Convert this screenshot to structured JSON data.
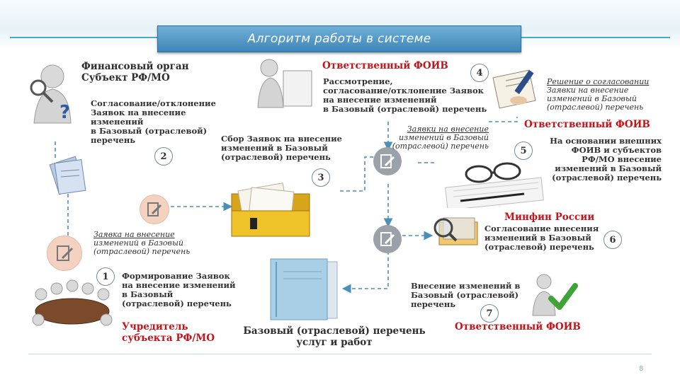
{
  "title": "Алгоритм работы в системе",
  "page_number": "8",
  "steps": {
    "s1": {
      "number": "1",
      "text": [
        "Формирование Заявок",
        "на внесение изменений",
        "в Базовый",
        "(отраслевой) перечень"
      ]
    },
    "s2": {
      "number": "2",
      "text": [
        "Согласование/отклонение",
        "Заявок на внесение",
        "изменений",
        "в Базовый (отраслевой)",
        "перечень"
      ]
    },
    "s3": {
      "number": "3",
      "text": [
        "Сбор Заявок на внесение",
        "изменений в Базовый",
        "(отраслевой) перечень"
      ]
    },
    "s4": {
      "number": "4",
      "text": [
        "Рассмотрение,",
        "согласование/отклонение Заявок",
        "на внесение изменений",
        "в Базовый (отраслевой) перечень"
      ]
    },
    "s5": {
      "number": "5",
      "text": [
        "На основании внешних",
        "ФОИВ и субъектов",
        "РФ/МО внесение",
        "изменений в Базовый",
        "(отраслевой) перечень"
      ]
    },
    "s6": {
      "number": "6",
      "text": [
        "Согласование внесения",
        "изменений в Базовый",
        "(отраслевой) перечень"
      ]
    },
    "s7": {
      "number": "7",
      "text": [
        "Внесение изменений в",
        "Базовый (отраслевой)",
        "перечень"
      ]
    }
  },
  "actors": {
    "fin_organ": [
      "Финансовый орган",
      "Субъект РФ/МО"
    ],
    "foiv_top": "Ответственный ФОИВ",
    "foiv_mid": "Ответственный ФОИВ",
    "minfin": "Минфин России",
    "foiv_bottom": "Ответственный ФОИВ",
    "uchreditel": [
      "Учредитель",
      "субъекта РФ/МО"
    ],
    "base_list": [
      "Базовый (отраслевой) перечень",
      "услуг и работ"
    ]
  },
  "notes": {
    "zayavka": [
      "Заявка на внесение",
      "изменений в Базовый",
      "(отраслевой) перечень"
    ],
    "zayavki": [
      "Заявки на внесение",
      "изменений в Базовый",
      "(отраслевой) перечень"
    ],
    "reshenie": [
      "Решение о согласовании",
      "Заявки на внесение",
      "изменений в Базовый",
      "(отраслевой) перечень"
    ]
  },
  "question_mark": "?"
}
